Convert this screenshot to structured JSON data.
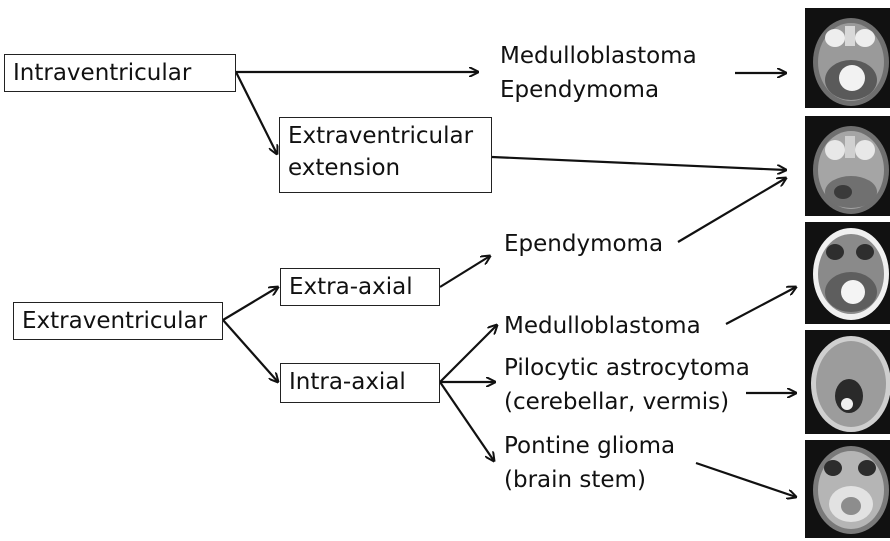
{
  "boxes": {
    "intraventricular": "Intraventricular",
    "extraventricular_extension_line1": "Extraventricular",
    "extraventricular_extension_line2": "extension",
    "extra_axial": "Extra-axial",
    "extraventricular": "Extraventricular",
    "intra_axial": "Intra-axial"
  },
  "labels": {
    "medulloblastoma_top": "Medulloblastoma",
    "ependymoma_top": "Ependymoma",
    "ependymoma_mid": "Ependymoma",
    "medulloblastoma_mid": "Medulloblastoma",
    "pilocytic_line1": "Pilocytic astrocytoma",
    "pilocytic_line2": "(cerebellar, vermis)",
    "pontine_line1": "Pontine glioma",
    "pontine_line2": "(brain stem)"
  },
  "images": [
    {
      "icon": "mri-axial-scan",
      "lesion": "bright"
    },
    {
      "icon": "mri-axial-scan",
      "lesion": "dark"
    },
    {
      "icon": "mri-axial-scan",
      "lesion": "bright"
    },
    {
      "icon": "mri-axial-scan",
      "lesion": "ring"
    },
    {
      "icon": "mri-axial-scan",
      "lesion": "diffuse"
    }
  ]
}
